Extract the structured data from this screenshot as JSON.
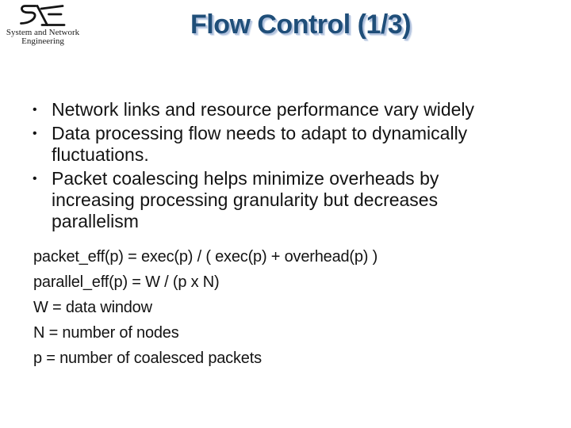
{
  "slide": {
    "background_color": "#ffffff",
    "logo": {
      "acronym": "SNE",
      "org_line1": "System and Network",
      "org_line2": "Engineering"
    },
    "title": {
      "text": "Flow Control (1/3)",
      "color": "#1f4e79",
      "shadow_color": "#b3c3de"
    },
    "bullet_char": "•",
    "bullets": [
      "Network links and resource performance vary widely",
      "Data processing flow needs to adapt to dynamically fluctuations.",
      "Packet coalescing helps minimize overheads by increasing processing granularity but decreases parallelism"
    ],
    "formulas": [
      "packet_eff(p) = exec(p) / ( exec(p) + overhead(p) )",
      "parallel_eff(p) = W / (p x N)",
      "W = data window",
      "N = number of nodes",
      "p = number of coalesced packets"
    ],
    "body_text_color": "#131313"
  }
}
